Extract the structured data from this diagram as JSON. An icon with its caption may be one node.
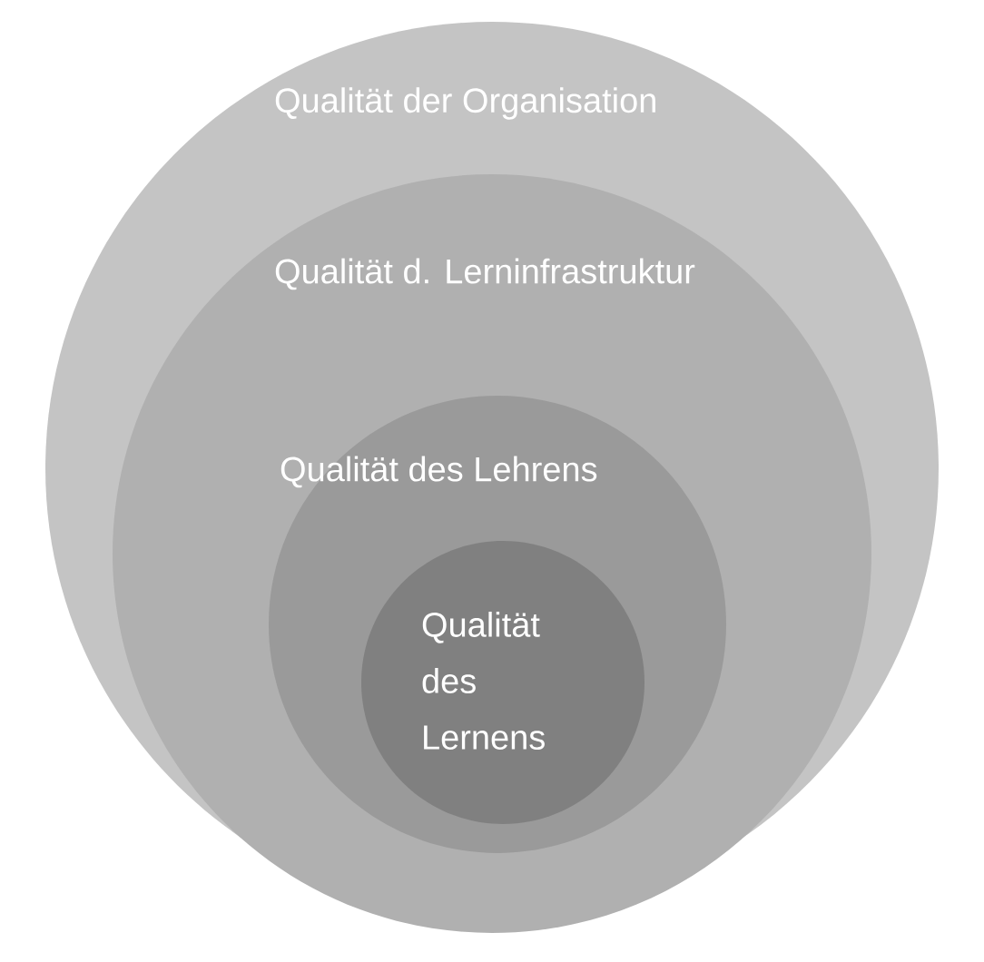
{
  "diagram": {
    "nodes": [
      {
        "text": [
          "Qualität der Organisation"
        ]
      },
      {
        "text": [
          "Qualität d. Lerninfrastruktur"
        ],
        "in": 0
      },
      {
        "text": [
          "Qualität des Lehrens"
        ],
        "in": 1
      },
      {
        "text": [
          "Qualität des Lernens"
        ],
        "in": 2
      }
    ]
  }
}
